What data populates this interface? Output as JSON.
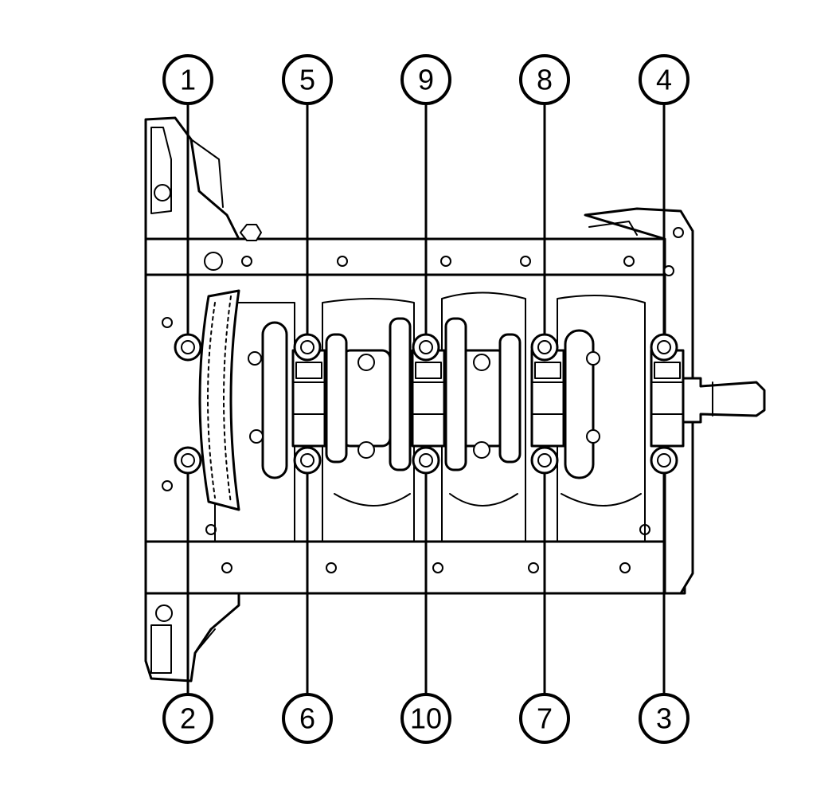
{
  "callouts_top": [
    "1",
    "5",
    "9",
    "8",
    "4"
  ],
  "callouts_bottom": [
    "2",
    "6",
    "10",
    "7",
    "3"
  ],
  "colors": {
    "line": "#000000",
    "background": "#ffffff"
  }
}
